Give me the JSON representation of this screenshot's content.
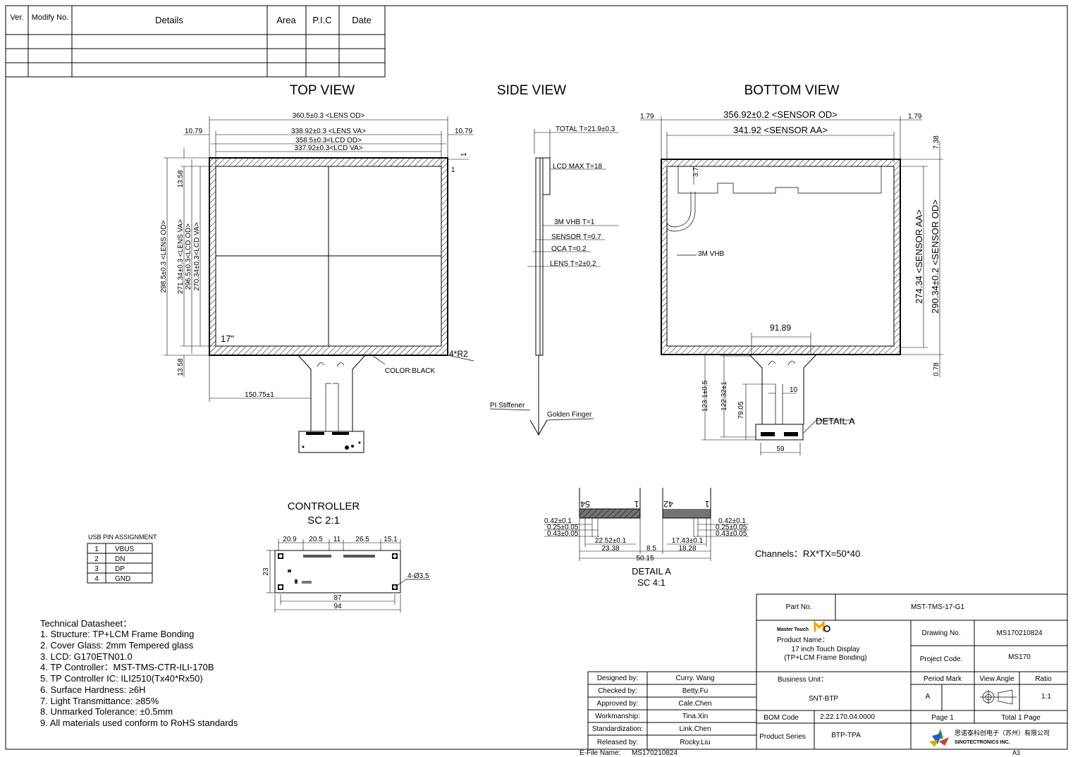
{
  "revision_table": {
    "headers": [
      "Ver.",
      "Modify No.",
      "Details",
      "Area",
      "P.I.C",
      "Date"
    ],
    "rows": [
      [
        "",
        "",
        "",
        "",
        "",
        ""
      ],
      [
        "",
        "",
        "",
        "",
        "",
        ""
      ],
      [
        "",
        "",
        "",
        "",
        "",
        ""
      ]
    ]
  },
  "views": {
    "top": "TOP VIEW",
    "side": "SIDE VIEW",
    "bottom": "BOTTOM VIEW",
    "controller": "CONTROLLER",
    "controller_scale": "SC 2:1",
    "detail": "DETAIL A",
    "detail_scale": "SC 4:1"
  },
  "top_view": {
    "lens_od": "360.5±0.3 <LENS OD>",
    "lens_va": "338.92±0.3 <LENS VA>",
    "lcd_od": "358.5±0.3<LCD OD>",
    "lcd_va": "337.92±0.3<LCD VA>",
    "margin_l": "10.79",
    "margin_r": "10.79",
    "v_lens_od": "298.5±0.3 <LENS OD>",
    "v_lens_va": "271.34±0.3 <LENS VA>",
    "v_lcd_od": "296.5±0.3<LCD OD>",
    "v_lcd_va": "270.34±0.3<LCD VA>",
    "top_margin": "13.58",
    "bottom_margin": "13.58",
    "one_a": "1",
    "one_b": "1",
    "size": "17\"",
    "radius": "4*R2",
    "color": "COLOR:BLACK",
    "tail_offset": "150.75±1"
  },
  "side_view": {
    "total": "TOTAL T=21.9±0.3",
    "lcd_max": "LCD MAX T=18",
    "vhb": "3M VHB T=1",
    "sensor": "SENSOR T=0.7",
    "oca": "OCA T=0.2",
    "lens": "LENS T=2±0.2",
    "pi": "PI Stiffener",
    "finger": "Golden Finger"
  },
  "bottom_view": {
    "sensor_od": "356.92±0.2 <SENSOR OD>",
    "sensor_aa": "341.92 <SENSOR AA>",
    "m_l": "1.79",
    "m_r": "1.79",
    "t738": "7.38",
    "t37": "3.7",
    "v_aa": "274.34 <SENSOR AA>",
    "v_od": "290.34±0.2 <SENSOR OD>",
    "vhb": "3M VHB",
    "w9189": "91.89",
    "t078": "0.78",
    "h1231": "123.1±0.5",
    "h1223": "122.32±1",
    "h7905": "79.05",
    "w10": "10",
    "w59": "59",
    "detail": "DETAIL A"
  },
  "usb": {
    "title": "USB PIN ASSIGNMENT",
    "pins": [
      [
        "1",
        "VBUS"
      ],
      [
        "2",
        "DN"
      ],
      [
        "3",
        "DP"
      ],
      [
        "4",
        "GND"
      ]
    ]
  },
  "controller": {
    "d1": "20.9",
    "d2": "20.5",
    "d3": "11",
    "d4": "26.5",
    "d5": "15.1",
    "h": "23",
    "hole": "4-Ø3.5",
    "w87": "87",
    "w94": "94"
  },
  "detail_a": {
    "n54": "54",
    "n1a": "1",
    "n42": "42",
    "n1b": "1",
    "l1": "0.42±0.1",
    "l2": "0.25±0.05",
    "l3": "0.43±0.05",
    "r1": "0.42±0.1",
    "r2": "0.25±0.05",
    "r3": "0.43±0.05",
    "b1": "22.52±0.1",
    "b2": "23.38",
    "b3": "8.5",
    "b4": "17.43±0.1",
    "b5": "18.28",
    "b6": "50.15"
  },
  "channels": "Channels：RX*TX=50*40",
  "datasheet": {
    "title": "Technical Datasheet：",
    "items": [
      "1. Structure: TP+LCM Frame Bonding",
      "2. Cover Glass: 2mm Tempered glass",
      "3. LCD: G170ETN01.0",
      "4. TP Controller：MST-TMS-CTR-ILI-170B",
      "5. TP Controller IC: ILI2510(Tx40*Rx50)",
      "6. Surface Hardness: ≥6H",
      "7. Light Transmittance: ≥85%",
      "8. Unmarked Tolerance: ±0.5mm",
      "9. All materials used conform to RoHS standards"
    ]
  },
  "title_block": {
    "part_no_label": "Part No.",
    "part_no": "MST-TMS-17-G1",
    "brand": "Master Touch",
    "product_name_label": "Product Name：",
    "product_name_1": "17 inch Touch Display",
    "product_name_2": "(TP+LCM Frame Bonding)",
    "drawing_no_label": "Drawing No.",
    "drawing_no": "MS170210824",
    "project_code_label": "Project Code.",
    "project_code": "MS170",
    "business_unit_label": "Business Unit：",
    "business_unit": "SNT-BTP",
    "period_mark_label": "Period Mark",
    "period_mark": "A",
    "view_angle_label": "View Angle",
    "ratio_label": "Ratio",
    "ratio": "1:1",
    "bom_label": "BOM Code",
    "bom": "2.22.170.04.0000",
    "page": "Page 1",
    "total": "Total 1 Page",
    "series_label": "Product Series",
    "series": "BTP-TPA",
    "company_cn": "思诺泰科创电子（苏州）有限公司",
    "company_en": "SINOTECTRONICS INC.",
    "people": [
      [
        "Designed by:",
        "Curry. Wang"
      ],
      [
        "Checked by:",
        "Betty.Fu"
      ],
      [
        "Approved by:",
        "Cale.Chen"
      ],
      [
        "Workmanship:",
        "Tina.Xin"
      ],
      [
        "Standardization:",
        "Link.Chen"
      ],
      [
        "Released by:",
        "Rocky.Liu"
      ]
    ],
    "efile_label": "E-File Name:",
    "efile": "MS170210824",
    "sheet_size": "A3"
  }
}
